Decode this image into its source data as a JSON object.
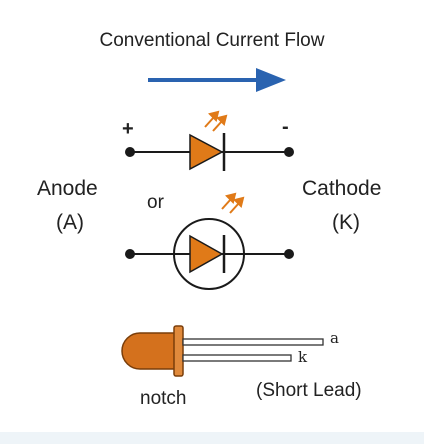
{
  "title": "Conventional Current Flow",
  "labels": {
    "plus": "+",
    "minus": "-",
    "anode": "Anode",
    "anode_symbol": "(A)",
    "cathode": "Cathode",
    "cathode_symbol": "(K)",
    "or": "or",
    "lead_a": "a",
    "lead_k": "k",
    "notch": "notch",
    "short_lead": "(Short Lead)"
  },
  "colors": {
    "arrow": "#2a63b0",
    "diode": "#e07a18",
    "led_body": "#d4711d",
    "line": "#1a1a1a"
  }
}
